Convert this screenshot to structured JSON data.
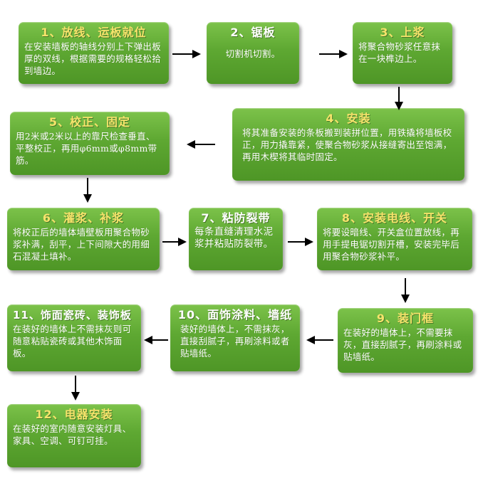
{
  "steps": [
    {
      "title": "1、放线、运板就位",
      "desc": "在安装墙板的轴线分别上下弹出板厚的双线，根据需要的规格轻松拾到墙边。"
    },
    {
      "title": "2、锯板",
      "desc": "切割机切割。"
    },
    {
      "title": "3、上浆",
      "desc": "将聚合物砂浆任意抹在一块榫边上。"
    },
    {
      "title": "4、安装",
      "desc": "将其准备安装的条板搬到装拼位置，用铁撬将墙板校正，用力撬靠紧，使聚合物砂浆从接缝寄出至饱满，再用木楔将其临时固定。"
    },
    {
      "title": "5、校正、固定",
      "desc": "用2米或2米以上的靠尺检查垂直、平整校正，再用φ6mm或φ8mm带筋。"
    },
    {
      "title": "6、灌浆、补浆",
      "desc": "将校正后的墙体墙壁板用聚合物砂浆补满，刮平，上下间隙大的用细石混凝土填补。"
    },
    {
      "title": "7、粘防裂带",
      "desc": "每条直缝清理水泥浆并粘贴防裂带。"
    },
    {
      "title": "8、安装电线、开关",
      "desc": "将要设暗线、开关盒位置放线，再用手提电锯切割开槽，安装完毕后用聚合物砂浆补平。"
    },
    {
      "title": "9、装门框",
      "desc": "在装好的墙体上，不需要抹灰，直接刮腻子，再刷涂料或贴墙纸。"
    },
    {
      "title": "10、面饰涂料、墙纸",
      "desc": "装好的墙体上，不需抹灰，直接刮腻子，再刷涂料或者贴墙纸。"
    },
    {
      "title": "11、饰面瓷砖、装饰板",
      "desc": "在装好的墙体上不需抹灰则可随意粘贴瓷砖或其他木饰面板。"
    },
    {
      "title": "12、电器安装",
      "desc": "在装好的室内随意安装灯具、家具、空调、可钉可挂。"
    }
  ]
}
